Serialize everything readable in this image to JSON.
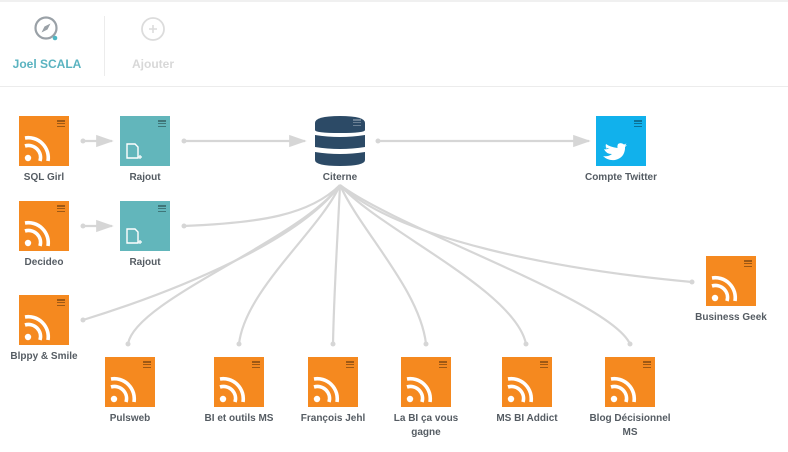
{
  "header": {
    "tabs": [
      {
        "label": "Joel SCALA",
        "icon": "compass-icon",
        "active": true
      },
      {
        "label": "Ajouter",
        "icon": "plus-circle-icon",
        "active": false
      }
    ]
  },
  "colors": {
    "rss": "#f5891f",
    "tool": "#62b6bb",
    "twitter": "#11b1ec",
    "database": "#2c4a66",
    "link": "#d6d6d6",
    "accent": "#5ab3c0"
  },
  "nodes": {
    "sql_girl": {
      "label": "SQL Girl",
      "type": "rss-feed",
      "icon": "rss-icon"
    },
    "rajout_1": {
      "label": "Rajout",
      "type": "tool",
      "icon": "add-document-icon"
    },
    "citerne": {
      "label": "Citerne",
      "type": "database",
      "icon": "database-icon"
    },
    "compte_twitter": {
      "label": "Compte Twitter",
      "type": "twitter",
      "icon": "twitter-bird-icon"
    },
    "decideo": {
      "label": "Decideo",
      "type": "rss-feed",
      "icon": "rss-icon"
    },
    "rajout_2": {
      "label": "Rajout",
      "type": "tool",
      "icon": "add-document-icon"
    },
    "blppy_smile": {
      "label": "Blppy & Smile",
      "type": "rss-feed",
      "icon": "rss-icon"
    },
    "business_geek": {
      "label": "Business Geek",
      "type": "rss-feed",
      "icon": "rss-icon"
    },
    "pulsweb": {
      "label": "Pulsweb",
      "type": "rss-feed",
      "icon": "rss-icon"
    },
    "bi_outils_ms": {
      "label": "BI et outils MS",
      "type": "rss-feed",
      "icon": "rss-icon"
    },
    "francois_jehl": {
      "label": "François Jehl",
      "type": "rss-feed",
      "icon": "rss-icon"
    },
    "la_bi": {
      "label": "La BI ça vous gagne",
      "type": "rss-feed",
      "icon": "rss-icon"
    },
    "ms_bi_addict": {
      "label": "MS BI Addict",
      "type": "rss-feed",
      "icon": "rss-icon"
    },
    "blog_decisionnel": {
      "label": "Blog Décisionnel MS",
      "type": "rss-feed",
      "icon": "rss-icon"
    }
  },
  "links": [
    [
      "sql_girl",
      "rajout_1"
    ],
    [
      "rajout_1",
      "citerne"
    ],
    [
      "citerne",
      "compte_twitter"
    ],
    [
      "decideo",
      "rajout_2"
    ],
    [
      "rajout_2",
      "citerne"
    ],
    [
      "blppy_smile",
      "citerne"
    ],
    [
      "business_geek",
      "citerne"
    ],
    [
      "pulsweb",
      "citerne"
    ],
    [
      "bi_outils_ms",
      "citerne"
    ],
    [
      "francois_jehl",
      "citerne"
    ],
    [
      "la_bi",
      "citerne"
    ],
    [
      "ms_bi_addict",
      "citerne"
    ],
    [
      "blog_decisionnel",
      "citerne"
    ]
  ]
}
